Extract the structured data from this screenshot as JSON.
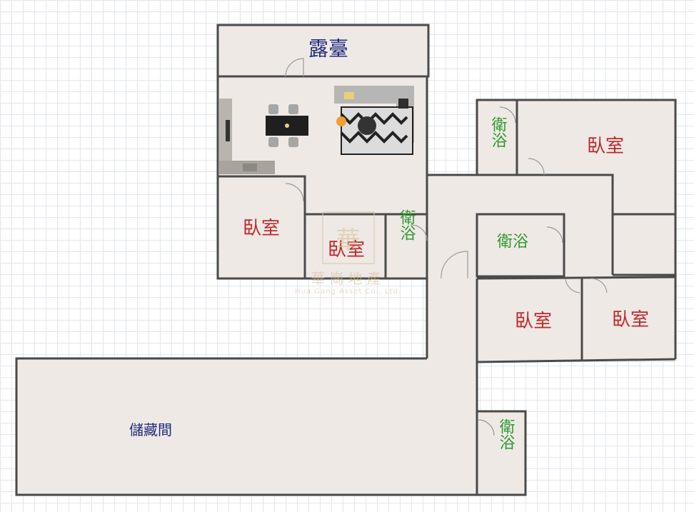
{
  "rooms": {
    "balcony": "露臺",
    "bedroom_top_right": "臥室",
    "bedroom_left": "臥室",
    "bedroom_small": "臥室",
    "bedroom_lower_center": "臥室",
    "bedroom_lower_right": "臥室",
    "bath_top": "衛浴",
    "bath_small": "衛浴",
    "bath_center": "衛浴",
    "bath_bottom": "衛浴",
    "storage": "儲藏間"
  },
  "watermark": {
    "mark": "華",
    "chinese": "華崗地產",
    "english": "Hua Gang Asset Co., Ltd."
  },
  "colors": {
    "floor": "#efe9e6",
    "wall": "#4a4a4a",
    "bedroom_text": "#c0282b",
    "bath_text": "#2e9a2e",
    "other_text": "#1f2a7a",
    "grid": "#e3e6ec"
  }
}
